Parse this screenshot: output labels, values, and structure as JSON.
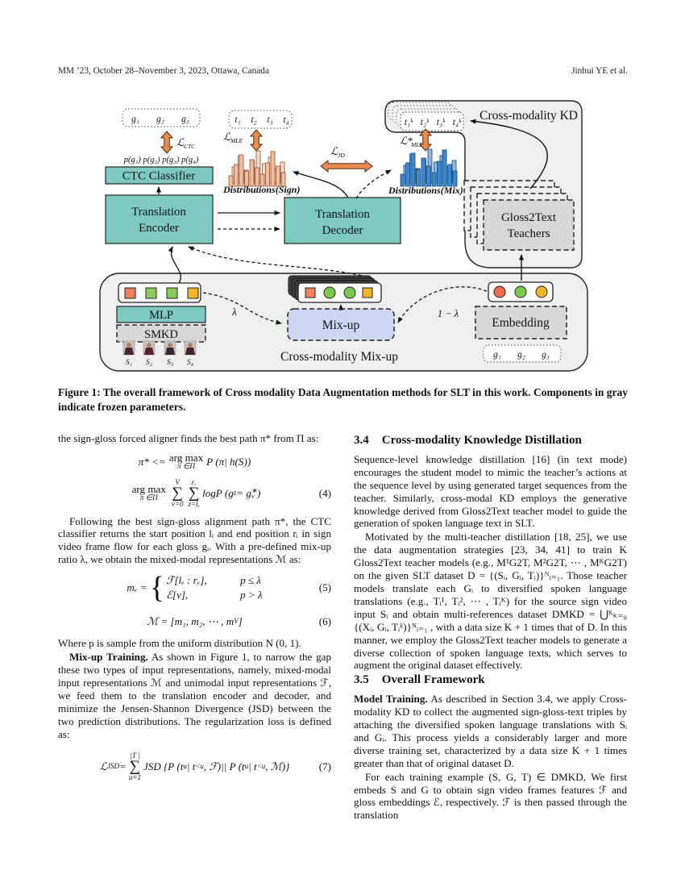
{
  "header": {
    "left": "MM ’23, October 28–November 3, 2023, Ottawa, Canada",
    "right": "Jinhui YE et al."
  },
  "caption": "Figure 1: The overall framework of Cross modality Data Augmentation methods for SLT in this work. Components in gray indicate frozen parameters.",
  "figure": {
    "kd_title": "Cross-modality KD",
    "mixup_title": "Cross-modality Mix-up",
    "boxes": {
      "ctc": "CTC Classifier",
      "encoder1": "Translation",
      "encoder2": "Encoder",
      "decoder1": "Translation",
      "decoder2": "Decoder",
      "teachers1": "Gloss2Text",
      "teachers2": "Teachers",
      "mlp": "MLP",
      "smkd": "SMKD",
      "mixup": "Mix-up",
      "embedding": "Embedding"
    },
    "gloss_tokens": [
      "g₁",
      "g₂",
      "g₃"
    ],
    "text_tokens": [
      "t₁",
      "t₂",
      "t₃",
      "t₄"
    ],
    "teacher_tokens": [
      "t₁ᵏ",
      "t₂ᵏ",
      "t₃ᵏ",
      "t₄ᵏ"
    ],
    "gloss_tokens_bottom": [
      "g₁",
      "g₂",
      "g₃"
    ],
    "prob_row": "p(g₁)  p(g₂)  p(g₃)  p(g₄)",
    "losses": {
      "ctc": {
        "L": "ℒ",
        "sub": "CTC"
      },
      "mle_sign": {
        "L": "ℒ",
        "sub": "MLE"
      },
      "mle_mix": {
        "L": "ℒ*",
        "sub": "MLE"
      },
      "jd": {
        "L": "ℒ",
        "sub": "JD"
      }
    },
    "dist_sign": "Distributions(Sign)",
    "dist_mix": "Distributions(Mix)",
    "lambda": "λ",
    "one_minus_lambda": "1 − λ",
    "signer_labels": [
      "S₁",
      "S₂",
      "S₃",
      "S₄"
    ],
    "colors": {
      "teal": "#7ecac2",
      "gray_box": "#d8d8d8",
      "region": "#efefef",
      "mixup_blue": "#ccd8f3",
      "arrow_orange": "#ec8b50",
      "hist_sign_front": "#f1bf9e",
      "hist_sign_back": "#f8ddc6",
      "hist_sign_stroke": "#8f5136",
      "hist_mix_front": "#3b8ad3",
      "hist_mix_back": "#8db9e6",
      "hist_mix_stroke": "#16456e",
      "sq_salmon": "#ef8160",
      "sq_green": "#8cc95c",
      "sq_yellow": "#f3b62b",
      "c_red": "#ee6a4b",
      "c_green": "#7cc94e",
      "c_yellow": "#f0b32a"
    },
    "histograms": {
      "sign": {
        "back": [
          20,
          34,
          16,
          28,
          40,
          24,
          32,
          18,
          26
        ],
        "front": [
          13,
          27,
          39,
          19,
          33,
          23,
          15,
          29,
          43,
          25,
          17
        ],
        "x0_back": 288,
        "x0_front": 284
      },
      "mix": {
        "back": [
          22,
          36,
          18,
          30,
          42,
          26,
          34,
          20,
          28
        ],
        "front": [
          15,
          29,
          41,
          21,
          35,
          25,
          17,
          31,
          45,
          27,
          19
        ],
        "x0_back": 501,
        "x0_front": 497
      }
    }
  },
  "left_column": {
    "intro": "the sign-gloss forced aligner finds the best path π* from Π as:",
    "eq4": {
      "l1_pre": "π* <= ",
      "argmax": "arg max",
      "under": "π ∈Π",
      "l1_post": "P (π| h(S))",
      "sigma": "∑",
      "sum1_top": "V",
      "sum1_bot": "v=0",
      "sum2_top": "rᵥ",
      "sum2_bot": "z=lᵥ",
      "l2a": "logP (g",
      "sub_z": "z",
      "l2b": " = g",
      "sup_star": "∗",
      "sub_v": "v",
      "l2c": ")",
      "num": "(4)"
    },
    "p_following": "Following the best sign-gloss alignment path π*, the CTC classifier returns the start position lᵢ and end position rᵢ in sign video frame flow for each gloss gᵢ. With a pre-defined mix-up ratio λ, we obtain the mixed-modal representations ℳ as:",
    "eq5": {
      "lhs": "mᵥ =",
      "brace": "{",
      "r1m": "ℱ[lᵥ : rᵥ],",
      "r1c": "p ≤ λ",
      "r2m": "ℰ[v],",
      "r2c": "p > λ",
      "num": "(5)"
    },
    "eq6": {
      "a": "ℳ = [m₁, m₂, ⋯ , m",
      "subV": "V",
      "b": "]",
      "num": "(6)"
    },
    "p_where": "Where p is sample from the uniform distribution N (0, 1).",
    "mixup_lead": "Mix-up Training.",
    "mixup_text": " As shown in Figure 1, to narrow the gap these two types of input representations, namely, mixed-modal input representations ℳ and unimodal input representations ℱ, we feed them to the translation encoder and decoder, and minimize the Jensen-Shannon Divergence (JSD) between the two prediction distributions. The regularization loss is defined as:",
    "eq7": {
      "L": "ℒ",
      "Lsub": "JSD",
      "eq": " = ",
      "sigma": "∑",
      "top": "|T |",
      "bot": "u=1",
      "b1": "JSD {P (t",
      "s1": "u",
      "b2": "| t",
      "s2": "<u",
      "b3": ", ℱ)|| P (t",
      "s3": "u",
      "b4": "| t",
      "s4": "<u",
      "b5": ", ℳ)}",
      "num": "(7)"
    }
  },
  "right_column": {
    "s34": {
      "num": "3.4",
      "title": "Cross-modality Knowledge Distillation"
    },
    "p1": "Sequence-level knowledge distillation [16] (in text mode) encourages the student model to mimic the teacher’s actions at the sequence level by using generated target sequences from the teacher. Similarly, cross-modal KD employs the generative knowledge derived from Gloss2Text teacher model to guide the generation of spoken language text in SLT.",
    "p2": "Motivated by the multi-teacher distillation [18, 25], we use the data augmentation strategies [23, 34, 41] to train K Gloss2Text teacher models (e.g., M¹G2T, M²G2T, ⋯ , MᴷG2T) on the given SLT dataset D = {(Sᵢ, Gᵢ, Tᵢ)}ᴺᵢ₌₁. Those teacher models translate each Gᵢ to diversified spoken language translations (e.g., Tᵢ¹, Tᵢ², ⋯ , Tᵢᴷ) for the source sign video input Sᵢ and obtain multi-references dataset DMKD = ⋃ᴷₖ₌₀ {(Xᵢ, Gᵢ, Tᵢᵏ)}ᴺᵢ₌₁ , with a data size K + 1 times that of D. In this manner, we employ the Gloss2Text teacher models to generate a diverse collection of spoken language texts, which serves to augment the original dataset effectively.",
    "s35": {
      "num": "3.5",
      "title": "Overall Framework"
    },
    "model_lead": "Model Training.",
    "model_text": " As described in Section 3.4, we apply Cross-modality KD to collect the augmented sign-gloss-text triples by attaching the diversified spoken language translations with Sᵢ and Gᵢ. This process yields a considerably larger and more diverse training set, characterized by a data size K + 1 times greater than that of original dataset D.",
    "p_final": "For each training example (S, G, T) ∈ DMKD, We first embeds S and G to obtain sign video frames features ℱ and gloss embeddings ℰ, respectively. ℱ is then passed through the translation"
  }
}
